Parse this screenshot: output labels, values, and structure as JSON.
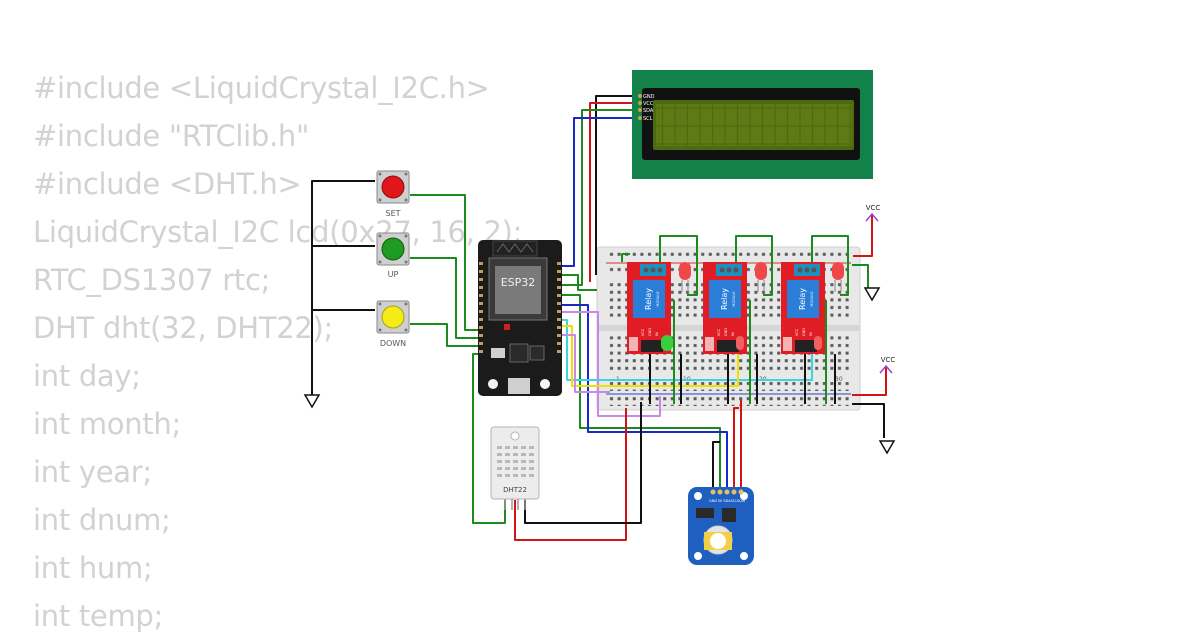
{
  "code_lines": [
    "#include <LiquidCrystal_I2C.h>",
    "#include \"RTClib.h\"",
    "#include <DHT.h>",
    "LiquidCrystal_I2C lcd(0x27, 16, 2);",
    "RTC_DS1307 rtc;",
    "DHT dht(32, DHT22);",
    "int day;",
    "int month;",
    "int year;",
    "int dnum;",
    "int hum;",
    "int temp;"
  ],
  "buttons": [
    {
      "label": "SET",
      "color": "#e0161a"
    },
    {
      "label": "UP",
      "color": "#1e9c22"
    },
    {
      "label": "DOWN",
      "color": "#f4ec18"
    }
  ],
  "esp32": {
    "label": "ESP32"
  },
  "lcd": {
    "pins": [
      "GND",
      "VCC",
      "SDA",
      "SCL"
    ]
  },
  "relays": [
    {
      "label": "Relay",
      "sublabel": "MODULE"
    },
    {
      "label": "Relay",
      "sublabel": "MODULE"
    },
    {
      "label": "Relay",
      "sublabel": "MODULE"
    }
  ],
  "relay_pins": [
    "VCC",
    "GND",
    "IN"
  ],
  "power": [
    {
      "label": "VCC"
    },
    {
      "label": "VCC"
    }
  ],
  "breadboard": {
    "row_numbers": [
      "1",
      "10",
      "20",
      "30"
    ]
  },
  "dht": {
    "label": "DHT22"
  },
  "rtc_pins": [
    "GND",
    "5V",
    "SDA",
    "SCL",
    "SQW"
  ],
  "colors": {
    "wire_black": "#111111",
    "wire_green": "#1d8a1d",
    "wire_blue": "#1a28c8",
    "wire_red": "#d41414",
    "wire_yellow": "#f0e000",
    "wire_cyan": "#3fd2e0",
    "wire_violet": "#c88ae6",
    "code_text": "#d2d2d2",
    "lcd_board": "#13814a",
    "lcd_screen": "#4e6a10",
    "relay_board": "#e01c24",
    "rtc_board": "#1f5fc0"
  }
}
